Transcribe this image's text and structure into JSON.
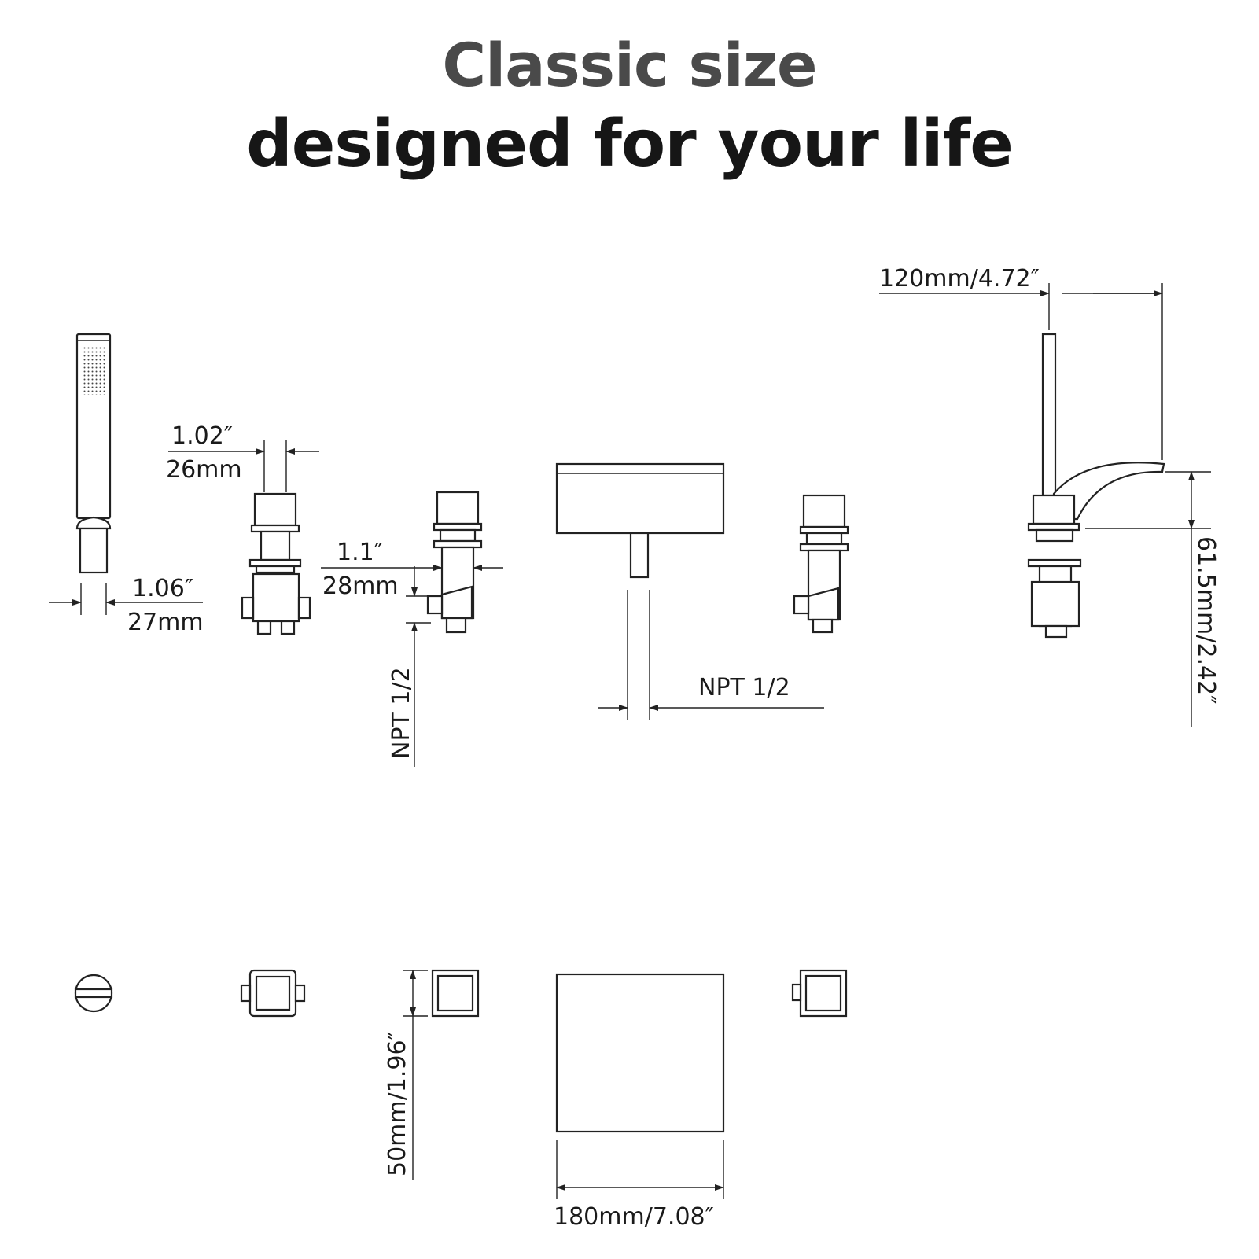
{
  "heading": {
    "line1": "Classic size",
    "line2": "designed for your life"
  },
  "dimensions": {
    "spout_reach": "120mm/4.72″",
    "handle_width_in": "1.02″",
    "handle_width_mm": "26mm",
    "valve_width_in": "1.1″",
    "valve_width_mm": "28mm",
    "hand_shower_width_in": "1.06″",
    "hand_shower_width_mm": "27mm",
    "thread_valve": "NPT 1/2",
    "thread_spout": "NPT 1/2",
    "spout_height": "61.5mm/2.42″",
    "base_depth": "50mm/1.96″",
    "spout_width": "180mm/7.08″"
  },
  "colors": {
    "title_primary": "#4a4a4a",
    "title_secondary": "#161616",
    "line": "#222222"
  }
}
